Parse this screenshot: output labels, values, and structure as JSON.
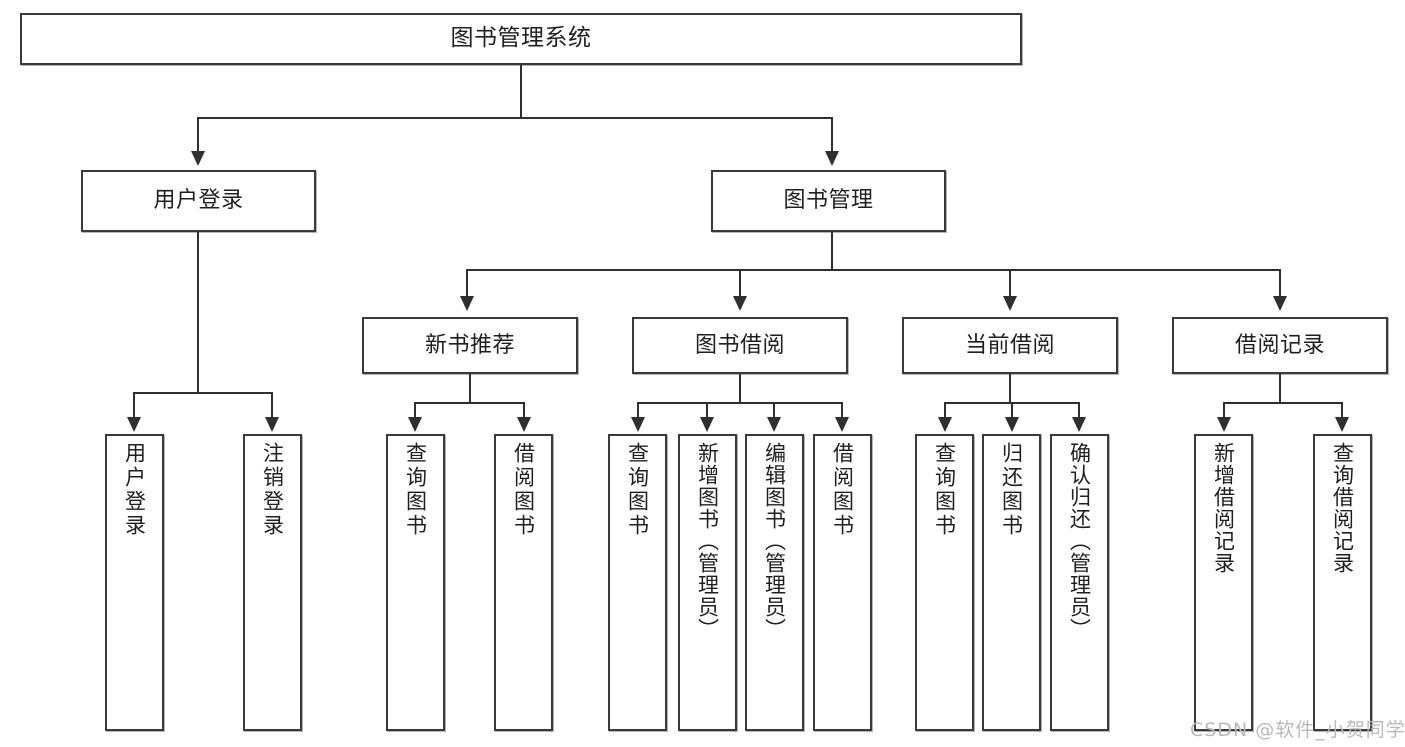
{
  "diagram": {
    "type": "tree",
    "title": "图书管理系统",
    "root": {
      "id": "root",
      "label": "图书管理系统"
    },
    "level2": [
      {
        "id": "user-login",
        "label": "用户登录"
      },
      {
        "id": "book-management",
        "label": "图书管理"
      }
    ],
    "level3": [
      {
        "id": "new-book-recommend",
        "label": "新书推荐",
        "parent": "book-management"
      },
      {
        "id": "book-borrow",
        "label": "图书借阅",
        "parent": "book-management"
      },
      {
        "id": "current-borrow",
        "label": "当前借阅",
        "parent": "book-management"
      },
      {
        "id": "borrow-record",
        "label": "借阅记录",
        "parent": "book-management"
      }
    ],
    "leaves": [
      {
        "id": "leaf-user-login",
        "label": "用户登录",
        "parent": "user-login"
      },
      {
        "id": "leaf-logout",
        "label": "注销登录",
        "parent": "user-login"
      },
      {
        "id": "leaf-query-book-1",
        "label": "查询图书",
        "parent": "new-book-recommend"
      },
      {
        "id": "leaf-borrow-book-1",
        "label": "借阅图书",
        "parent": "new-book-recommend"
      },
      {
        "id": "leaf-query-book-2",
        "label": "查询图书",
        "parent": "book-borrow"
      },
      {
        "id": "leaf-add-book",
        "label": "新增图书（管理员）",
        "parent": "book-borrow"
      },
      {
        "id": "leaf-edit-book",
        "label": "编辑图书（管理员）",
        "parent": "book-borrow"
      },
      {
        "id": "leaf-borrow-book-2",
        "label": "借阅图书",
        "parent": "book-borrow"
      },
      {
        "id": "leaf-query-book-3",
        "label": "查询图书",
        "parent": "current-borrow"
      },
      {
        "id": "leaf-return-book",
        "label": "归还图书",
        "parent": "current-borrow"
      },
      {
        "id": "leaf-confirm-return",
        "label": "确认归还（管理员）",
        "parent": "current-borrow"
      },
      {
        "id": "leaf-add-record",
        "label": "新增借阅记录",
        "parent": "borrow-record"
      },
      {
        "id": "leaf-query-record",
        "label": "查询借阅记录",
        "parent": "borrow-record"
      }
    ]
  },
  "watermark": {
    "text": "CSDN @软件_小贺同学"
  },
  "colors": {
    "box_border": "#3a3a3a",
    "connector": "#2f2f2f",
    "background": "#ffffff",
    "text": "#1f1f1f",
    "watermark": "#b9b9b9"
  }
}
